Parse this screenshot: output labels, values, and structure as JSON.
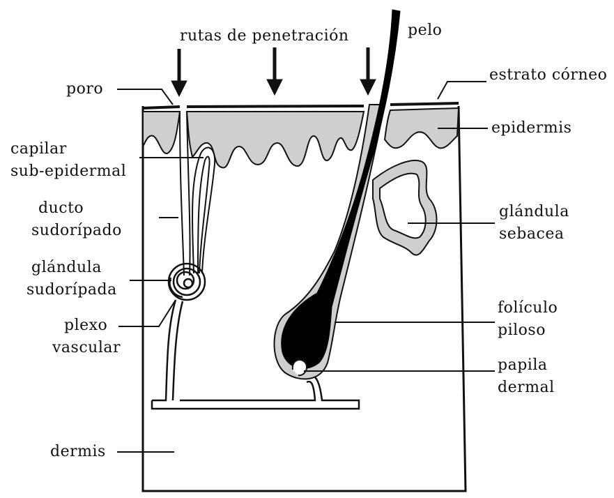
{
  "labels": {
    "routes": "rutas de penetración",
    "hair": "pelo",
    "pore": "poro",
    "stratum_corneum": "estrato córneo",
    "epidermis": "epidermis",
    "capillary_1": "capilar",
    "capillary_2": "sub-epidermal",
    "sweat_duct_1": "ducto",
    "sweat_duct_2": "sudorípado",
    "sebaceous_1": "glándula",
    "sebaceous_2": "sebacea",
    "sweat_gland_1": "glándula",
    "sweat_gland_2": "sudorípada",
    "plexus_1": "plexo",
    "plexus_2": "vascular",
    "follicle_1": "folículo",
    "follicle_2": "piloso",
    "papilla_1": "papila",
    "papilla_2": "dermal",
    "dermis": "dermis"
  },
  "colors": {
    "ink": "#111111",
    "epidermis_fill": "#cfcfcf",
    "background": "#ffffff"
  }
}
